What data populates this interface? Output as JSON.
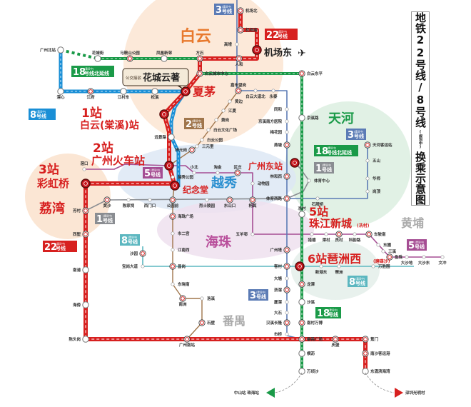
{
  "title": {
    "main": "地铁22号线/8号线",
    "sub": "换乘示意图",
    "note": "(规划中)"
  },
  "districts": {
    "baiyun": "白云",
    "tianhe": "天河",
    "yuexiu": "越秀",
    "liwan": "荔湾",
    "haizhu": "海珠",
    "huangpu": "黄埔",
    "panyu": "番禺"
  },
  "callouts": {
    "s1_num": "1站",
    "s1_name": "白云(棠溪)站",
    "s2_num": "2站",
    "s2_name": "广州火车站",
    "s3_num": "3站",
    "s3_name": "彩虹桥",
    "xiamao": "夏茅",
    "jinian": "纪念堂",
    "jichangdong": "机场东",
    "gzdz": "广州东站",
    "s5_num": "5站",
    "s5_name": "珠江新城",
    "s5_note": "(冼村)",
    "s6": "6站琶洲西",
    "s6_note": "(磨碟沙)"
  },
  "project": {
    "name": "花城云著",
    "tag": "公交接驳"
  },
  "badges": {
    "l22": "22",
    "l8": "8",
    "l18": "18",
    "l2": "2",
    "l5": "5",
    "l1": "1",
    "l3": "3",
    "haoxian": "号线",
    "l18n": "号线北延线",
    "building": "(建设中)"
  },
  "arrows": {
    "left": "中山站 珠海站",
    "right": "深圳光明村"
  },
  "colors": {
    "l22": "#d7201f",
    "l8": "#1a8fd6",
    "l8s": "#5cb7c0",
    "l18": "#1a9a48",
    "l3": "#5b7bb5",
    "l1": "#8a8d92",
    "l2": "#a0764c",
    "l5": "#a54d93"
  },
  "stations": {
    "jcb": "机场北",
    "jcn": "机场南",
    "gz": "高增",
    "rh": "人和",
    "fs": "方石",
    "bycsz": "白云城市中心",
    "gzbz": "广州北站",
    "hcj": "花城街",
    "masgy": "马鞍山公园",
    "fhxc": "凤凰新邨",
    "jx": "滘心",
    "jf": "江府",
    "jcdong": "江村东",
    "sxi": "松溪",
    "yjl": "远景路",
    "zyg": "梓元岗",
    "syl": "三元里",
    "jhwg": "嘉禾望岗",
    "hb": "黄边",
    "jxia": "江夏",
    "xg": "萧岗",
    "bywhgc": "白云文化广场",
    "bygy": "白云公园",
    "bydbb": "白云大道北",
    "yt": "永泰",
    "th": "同和",
    "jxnf": "京溪南方医院",
    "mhy": "梅花园",
    "yt2": "燕塘",
    "lhx": "林和西",
    "txl": "体育西路",
    "bydp": "白云东平",
    "jxl": "京溪路",
    "tyzx": "体育中心",
    "spq": "石牌桥",
    "thkyz": "天河客运站",
    "ws": "五山",
    "hs": "华师",
    "gd": "岗顶",
    "xb": "小北",
    "tj": "淘金",
    "qz": "区庄",
    "dwy": "动物园",
    "yxgy": "越秀公园",
    "jk": "滘口",
    "hsha": "黄沙",
    "cjc": "陈家祠",
    "xmk": "西门口",
    "gyq": "公园前",
    "lsly": "烈士陵园",
    "dsk": "东山口",
    "yj": "杨箕",
    "fc": "芳村",
    "xl": "西塱",
    "hzgc": "海珠广场",
    "sng": "市二宫",
    "jnx": "江南西",
    "cg": "昌岗",
    "sy": "沙园",
    "bgdd": "宝岗大道",
    "dxn": "东晓南",
    "nz": "南洲",
    "lx": "洛溪",
    "sb": "石壁",
    "gznz": "广州南站",
    "np": "南浦",
    "hp": "海傍",
    "ctg": "陈头岗",
    "wyc": "五羊邨",
    "xc": "冼村",
    "ld": "猎德",
    "tc": "潭村",
    "yc": "员村",
    "kyl": "科韵路",
    "cbn": "车陂南",
    "dp": "东圃",
    "sxx": "三溪",
    "yz": "鱼珠",
    "dsd": "大沙地",
    "dsdong": "大沙东",
    "wc": "文冲",
    "gzt": "广州塔",
    "kc": "客村",
    "xgd": "新港东",
    "pz": "琶洲",
    "wsw": "万胜围",
    "lt": "龙潭",
    "dt": "大塘",
    "lj": "沥滘",
    "xj": "厦滘",
    "ds": "大石",
    "hxcl": "汉溪长隆",
    "sq": "市桥",
    "sxs": "沙溪",
    "ncwb": "南村万博",
    "pygc": "番禺广场",
    "qs": "庆盛",
    "jm": "蕉门",
    "nskyg": "南沙客运港",
    "dybhw": "东涌滨海湾",
    "hl": "横沥",
    "wqs": "万顷沙"
  }
}
